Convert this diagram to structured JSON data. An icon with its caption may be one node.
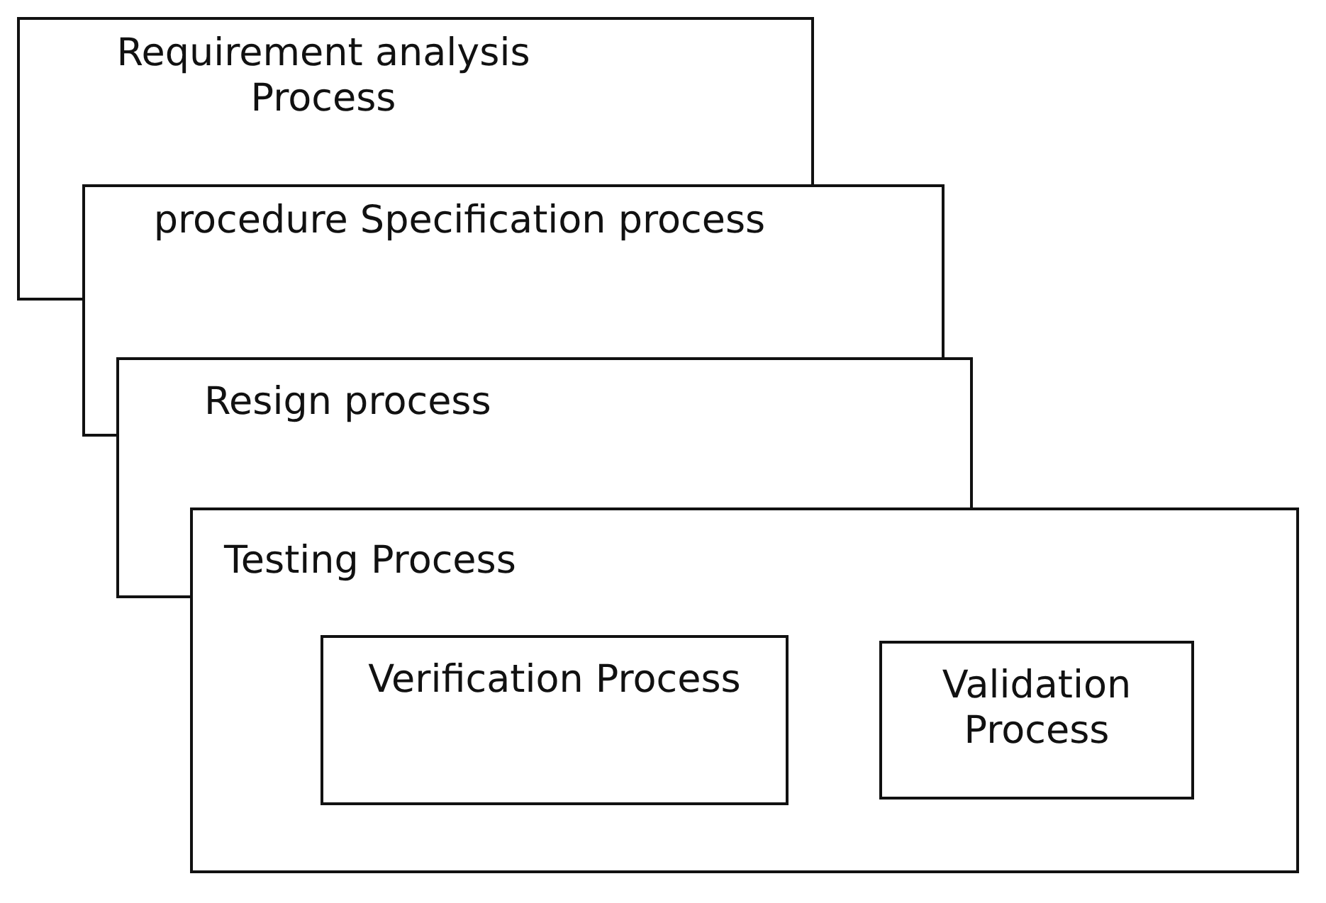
{
  "diagram": {
    "nodes": [
      {
        "text": [
          "Requirement analysis Process"
        ]
      },
      {
        "text": [
          "procedure Specification process"
        ]
      },
      {
        "text": [
          "Resign process"
        ]
      },
      {
        "text": [
          "Testing Process"
        ]
      },
      {
        "text": [
          "Verification Process"
        ],
        "in": 3
      },
      {
        "text": [
          "Validation Process"
        ],
        "in": 3
      }
    ],
    "edges": []
  }
}
